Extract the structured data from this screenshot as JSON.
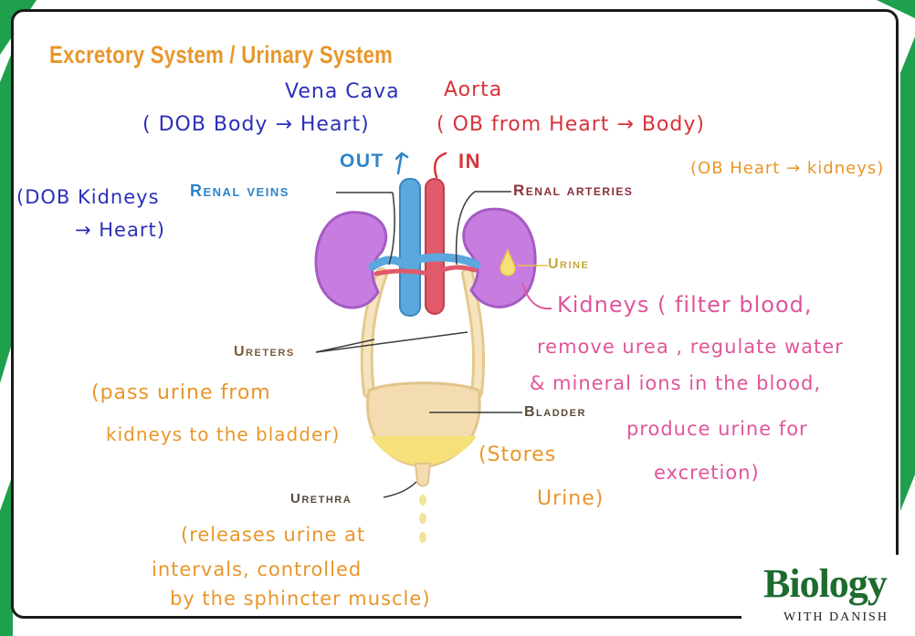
{
  "title": "Excretory System / Urinary System",
  "annotations": {
    "vena_cava": "Vena Cava",
    "vena_cava_note": "( DOB Body → Heart)",
    "aorta": "Aorta",
    "aorta_note": "( OB from Heart → Body)",
    "out": "OUT",
    "in": "IN",
    "renal_veins_note_1": "(DOB Kidneys",
    "renal_veins_note_2": "→ Heart)",
    "renal_arteries_note": "(OB Heart → kidneys)",
    "kidneys_note_1": "Kidneys ( filter blood,",
    "kidneys_note_2": "remove urea , regulate water",
    "kidneys_note_3": "& mineral ions in the blood,",
    "kidneys_note_4": "produce urine for",
    "kidneys_note_5": "excretion)",
    "ureters_note_1": "(pass urine from",
    "ureters_note_2": "kidneys to the bladder)",
    "bladder_note_1": "(Stores",
    "bladder_note_2": "Urine)",
    "urethra_note_1": "(releases urine at",
    "urethra_note_2": "intervals, controlled",
    "urethra_note_3": "by the sphincter muscle)"
  },
  "labels": {
    "renal_veins": "Renal veins",
    "renal_arteries": "Renal arteries",
    "urine": "Urine",
    "ureters": "Ureters",
    "bladder": "Bladder",
    "urethra": "Urethra"
  },
  "logo": {
    "main": "Biology",
    "sub": "WITH DANISH"
  },
  "colors": {
    "annotation_blue": "#2b2fb8",
    "annotation_red": "#d8323a",
    "annotation_orange": "#e8962a",
    "annotation_pink": "#e0559a",
    "kidney": "#c77de0",
    "vein": "#5aa8de",
    "artery": "#e05a6a",
    "ureter": "#f3ddb0",
    "urine": "#f5e07a",
    "brand_green": "#1e6b2e"
  }
}
